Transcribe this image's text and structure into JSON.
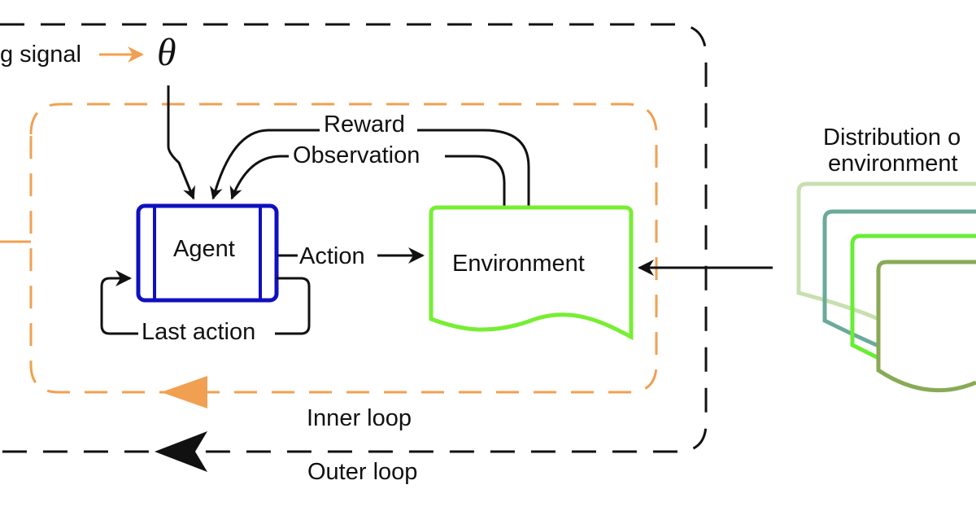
{
  "labels": {
    "signal": "g signal",
    "theta": "θ",
    "reward": "Reward",
    "observation": "Observation",
    "agent": "Agent",
    "action": "Action",
    "environment": "Environment",
    "last_action": "Last action",
    "inner_loop": "Inner loop",
    "outer_loop": "Outer loop",
    "distribution_line1": "Distribution o",
    "distribution_line2": "environment"
  },
  "colors": {
    "inner_loop": "#f0a050",
    "agent": "#1010c0",
    "environment": "#77ee33",
    "stack_light": "#c8e0b0",
    "stack_teal": "#6aaa9a",
    "stack_bright": "#66ee33",
    "stack_olive": "#88aa55",
    "outer_loop": "#111111"
  }
}
